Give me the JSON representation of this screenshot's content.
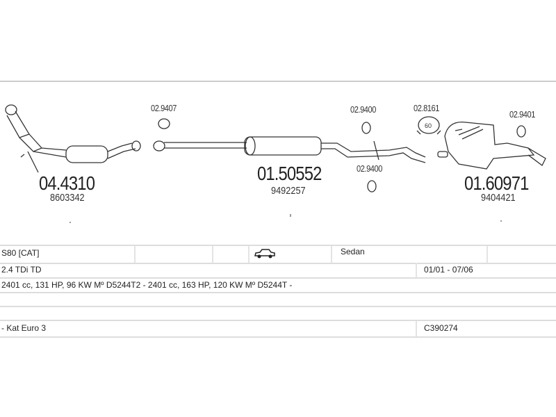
{
  "parts": [
    {
      "number": "04.4310",
      "oem": "8603342"
    },
    {
      "number": "01.50552",
      "oem": "9492257"
    },
    {
      "number": "01.60971",
      "oem": "9404421"
    }
  ],
  "fittings": [
    "02.9407",
    "02.9400",
    "02.9400",
    "02.8161",
    "02.9401"
  ],
  "clamp_size": "60",
  "vehicle": {
    "model": "S80  [CAT]",
    "body_icon": "car-sedan-icon",
    "body": "Sedan",
    "engine": "2.4 TDi TD",
    "years": "01/01 - 07/06",
    "specs": "2401 cc, 131 HP, 96 KW Mº D5244T2 - 2401 cc, 163 HP, 120 KW Mº D5244T -",
    "notes": "- Kat Euro 3",
    "code": "C390274"
  }
}
